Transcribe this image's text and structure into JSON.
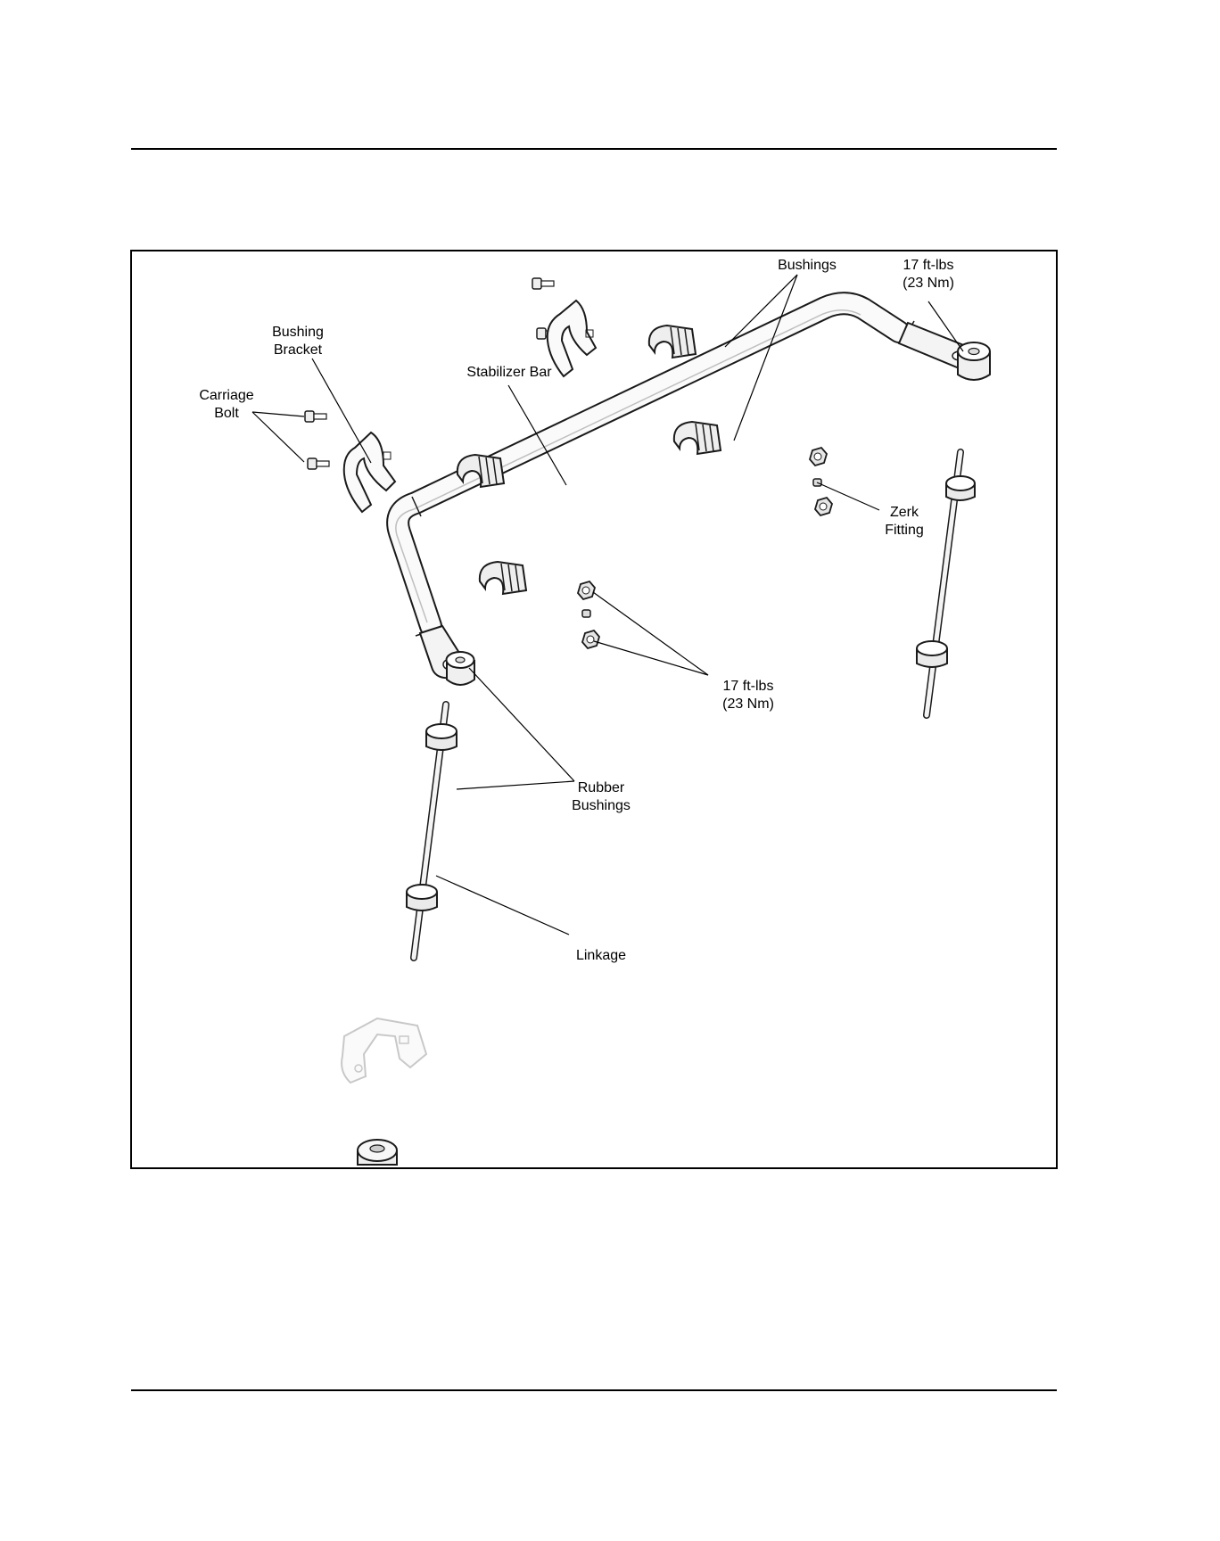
{
  "figure": {
    "labels": {
      "bushing_bracket": "Bushing\nBracket",
      "carriage_bolt": "Carriage\nBolt",
      "stabilizer_bar": "Stabilizer Bar",
      "bushings": "Bushings",
      "torque_top": "17 ft-lbs\n(23 Nm)",
      "zerk_fitting": "Zerk\nFitting",
      "torque_middle": "17 ft-lbs\n(23 Nm)",
      "rubber_bushings": "Rubber\nBushings",
      "linkage": "Linkage"
    }
  },
  "colors": {
    "line": "#1a1a1a",
    "faded": "#c8c8c8",
    "part_fill": "#f4f4f4"
  }
}
